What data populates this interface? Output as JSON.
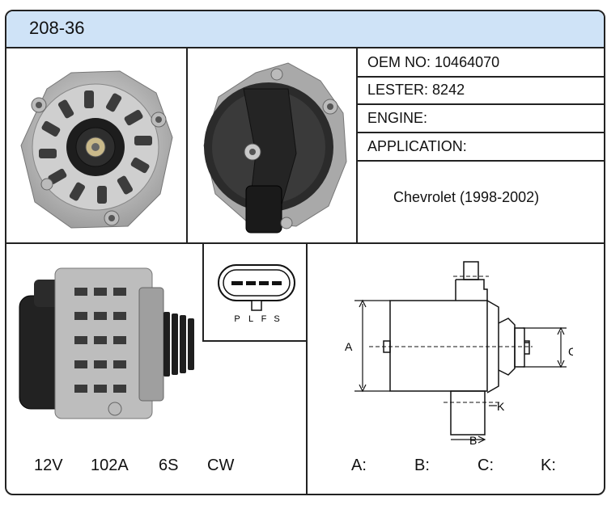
{
  "title": "208-36",
  "info": {
    "oem_label": "OEM NO:",
    "oem_value": "10464070",
    "lester_label": "LESTER:",
    "lester_value": "8242",
    "engine_label": "ENGINE:",
    "engine_value": "",
    "application_label": "APPLICATION:",
    "application_value": "Chevrolet (1998-2002)"
  },
  "connector": {
    "pins": [
      "P",
      "L",
      "F",
      "S"
    ]
  },
  "specs": {
    "voltage": "12V",
    "amperage": "102A",
    "pulley": "6S",
    "rotation": "CW"
  },
  "dimensions": {
    "labels": {
      "a": "A",
      "b": "B",
      "c": "C",
      "k": "K"
    },
    "fields": {
      "a": "A:",
      "b": "B:",
      "c": "C:",
      "k": "K:"
    }
  }
}
